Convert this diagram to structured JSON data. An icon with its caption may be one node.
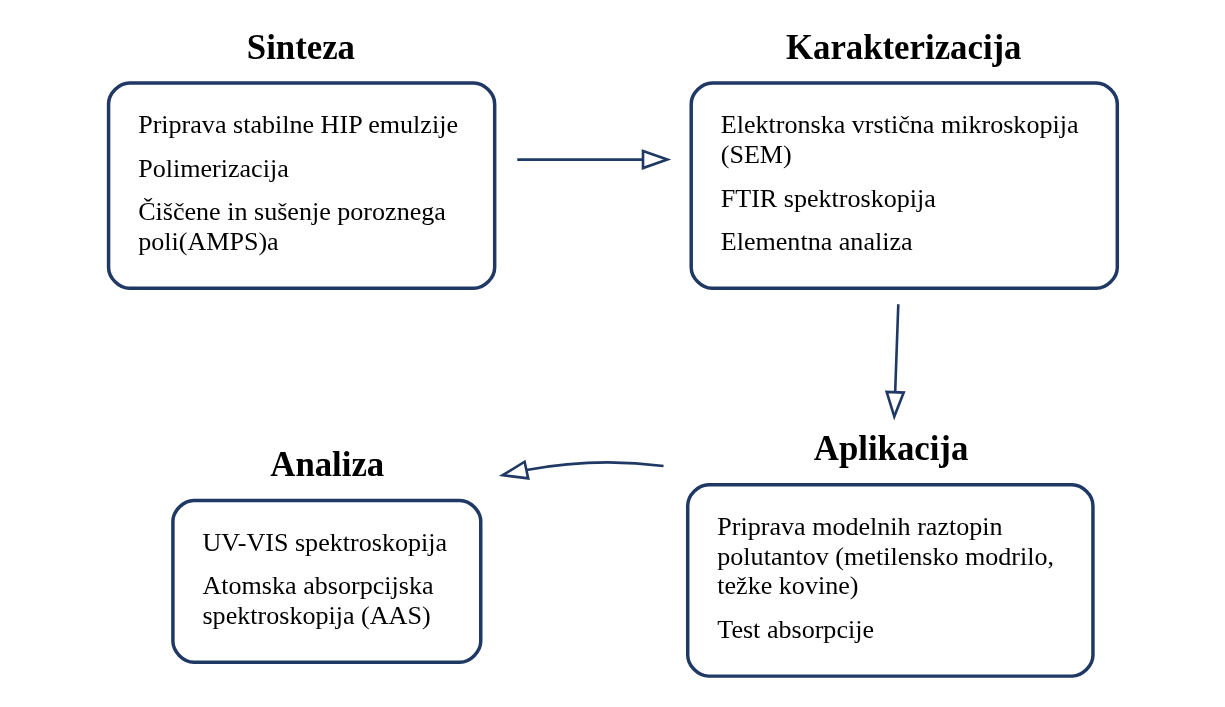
{
  "diagram": {
    "nodes": [
      {
        "text": [
          "Sinteza",
          "Priprava stabilne HIP emulzije",
          "Polimerizacija",
          "Čiščene in sušenje poroznega poli(AMPS)a"
        ]
      },
      {
        "text": [
          "Karakterizacija",
          "Elektronska vrstična mikroskopija (SEM)",
          "FTIR spektroskopija",
          "Elementna analiza"
        ]
      },
      {
        "text": [
          "Aplikacija",
          "Priprava modelnih raztopin polutantov (metilensko modrilo, težke kovine)",
          "Test absorpcije"
        ]
      },
      {
        "text": [
          "Analiza",
          "UV-VIS spektroskopija",
          "Atomska absorpcijska spektroskopija (AAS)"
        ]
      }
    ],
    "edges": [
      {
        "from": 0,
        "to": 1,
        "arrow": "to"
      },
      {
        "from": 1,
        "to": 2,
        "arrow": "to"
      },
      {
        "from": 2,
        "to": 3,
        "arrow": "to"
      }
    ]
  }
}
